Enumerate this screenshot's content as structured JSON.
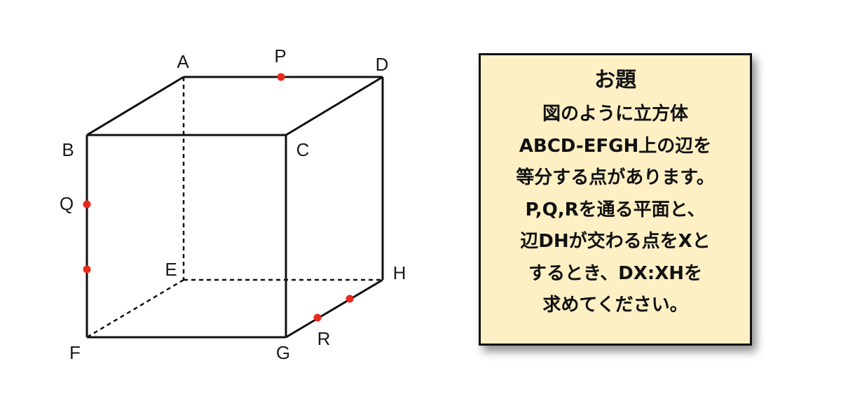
{
  "diagram": {
    "vertex_labels": {
      "A": "A",
      "B": "B",
      "C": "C",
      "D": "D",
      "E": "E",
      "F": "F",
      "G": "G",
      "H": "H"
    },
    "point_labels": {
      "P": "P",
      "Q": "Q",
      "R": "R"
    },
    "colors": {
      "edge": "#111111",
      "point": "#e8291c"
    }
  },
  "prompt": {
    "title": "お題",
    "lines": [
      "図のように立方体",
      "ABCD-EFGH上の辺を",
      "等分する点があります。",
      "P,Q,Rを通る平面と、",
      "辺DHが交わる点をXと",
      "するとき、DX:XHを",
      "求めてください。"
    ]
  }
}
